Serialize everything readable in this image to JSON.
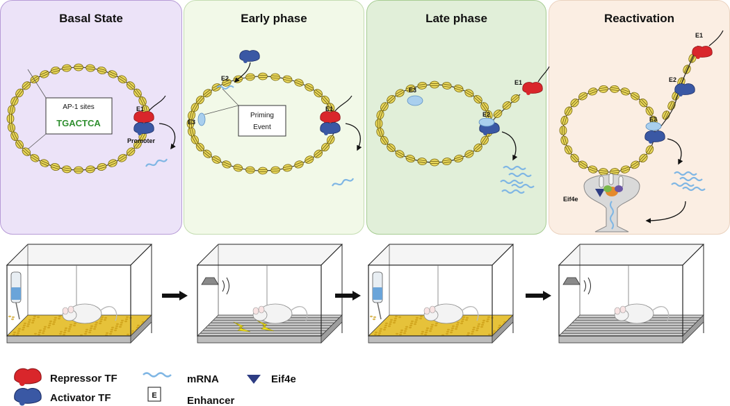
{
  "panels": [
    {
      "title": "Basal State",
      "color": "#ece3f8"
    },
    {
      "title": "Early phase",
      "color": "#f2f9e8"
    },
    {
      "title": "Late phase",
      "color": "#e1efd9"
    },
    {
      "title": "Reactivation",
      "color": "#fbeee3"
    }
  ],
  "basal": {
    "box_title": "AP-1 sites",
    "motif": "TGACTCA",
    "e1": "E1",
    "promoter": "Promoter"
  },
  "early": {
    "e1": "E1",
    "e2": "E2",
    "e3": "E3",
    "box_line1": "Priming",
    "box_line2": "Event"
  },
  "late": {
    "e1": "E1",
    "e2": "E2",
    "e3": "E3"
  },
  "reactivation": {
    "e1": "E1",
    "e2": "E2",
    "e3": "E3",
    "eif4e": "Eif4e"
  },
  "legend": {
    "repressor": "Repressor TF",
    "activator": "Activator TF",
    "mrna": "mRNA",
    "enhancer_symbol": "E",
    "enhancer": "Enhancer",
    "eif4e": "Eif4e"
  },
  "colors": {
    "repressor": "#d9262b",
    "activator": "#3a58a4",
    "mrna": "#7fb6e4",
    "nucleosome": "#e9d75a",
    "bedding": "#e6c23a"
  }
}
